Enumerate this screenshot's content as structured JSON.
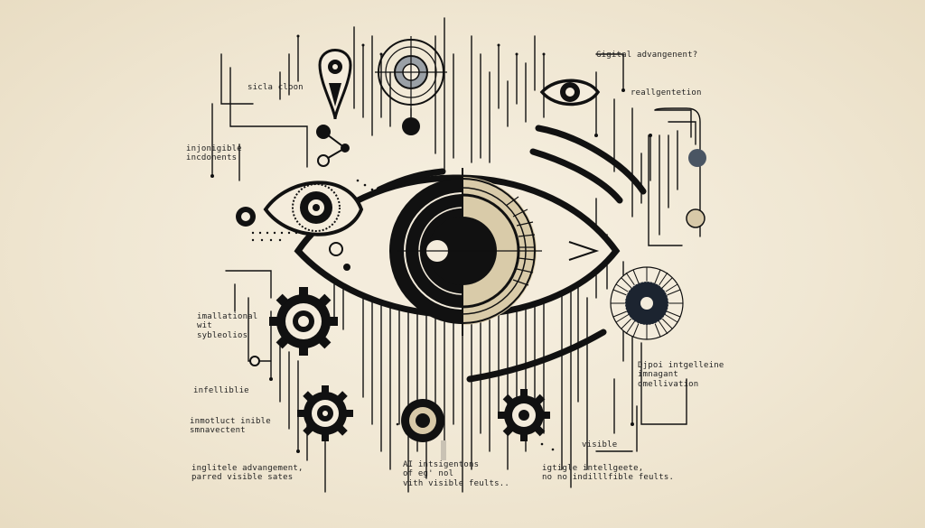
{
  "palette": {
    "background": "#efe6d2",
    "ink": "#111111",
    "accent_tan": "#d8c9a8",
    "accent_slate": "#4a5563"
  },
  "labels": {
    "top_left": "sicla cloon",
    "left_upper": "injonigible\nincdonents",
    "left_mid": "imallational\nwit\nsybleolios",
    "left_small": "infelliblie",
    "left_lower": "inmotluct inible\nsmnavectent",
    "bottom_left": "inglitele advangement,\nparred visible sates",
    "bottom_center": "AI  intsigentons\nof eg' nol\nvith visible feults..",
    "top_right": "Gigital advangenent?",
    "right_upper": "reallgentetion",
    "right_mid": "Djpoi intgelleine\nimnagant\nomellivation",
    "right_lower": "visible",
    "bottom_right": "igtigle intellgeete,\nno no indilllfible feults."
  },
  "icons": [
    "central-eye-icon",
    "left-eye-icon",
    "small-eye-icon",
    "gear-icon",
    "target-icon",
    "sunburst-icon",
    "pin-icon",
    "node-network-icon"
  ]
}
